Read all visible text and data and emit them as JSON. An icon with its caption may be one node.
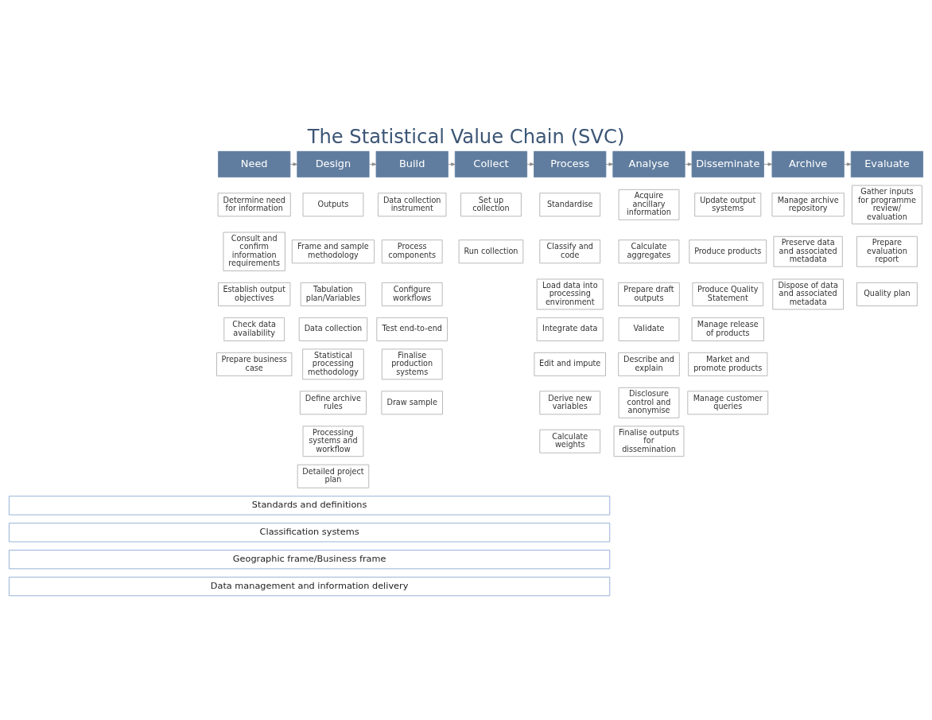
{
  "diagram": {
    "title": "The Statistical Value Chain (SVC)",
    "nodes": [
      {
        "text": [
          "Need"
        ]
      },
      {
        "text": [
          "Design"
        ]
      },
      {
        "text": [
          "Build"
        ]
      },
      {
        "text": [
          "Collect"
        ]
      },
      {
        "text": [
          "Process"
        ]
      },
      {
        "text": [
          "Analyse"
        ]
      },
      {
        "text": [
          "Disseminate"
        ]
      },
      {
        "text": [
          "Archive"
        ]
      },
      {
        "text": [
          "Evaluate"
        ]
      },
      {
        "text": [
          "Determine need for information"
        ]
      },
      {
        "text": [
          "Consult and confirm information requirements"
        ]
      },
      {
        "text": [
          "Establish output objectives"
        ]
      },
      {
        "text": [
          "Check data availability"
        ]
      },
      {
        "text": [
          "Prepare business case"
        ]
      },
      {
        "text": [
          "Outputs"
        ]
      },
      {
        "text": [
          "Frame and sample methodology"
        ]
      },
      {
        "text": [
          "Tabulation plan/Variables"
        ]
      },
      {
        "text": [
          "Data collection"
        ]
      },
      {
        "text": [
          "Statistical processing methodology"
        ]
      },
      {
        "text": [
          "Define archive rules"
        ]
      },
      {
        "text": [
          "Processing systems and workflow"
        ]
      },
      {
        "text": [
          "Detailed project plan"
        ]
      },
      {
        "text": [
          "Data collection instrument"
        ]
      },
      {
        "text": [
          "Process components"
        ]
      },
      {
        "text": [
          "Configure workflows"
        ]
      },
      {
        "text": [
          "Test end-to-end"
        ]
      },
      {
        "text": [
          "Finalise production systems"
        ]
      },
      {
        "text": [
          "Draw sample"
        ]
      },
      {
        "text": [
          "Set up collection"
        ]
      },
      {
        "text": [
          "Run collection"
        ]
      },
      {
        "text": [
          "Standardise"
        ]
      },
      {
        "text": [
          "Classify and code"
        ]
      },
      {
        "text": [
          "Load data into processing environment"
        ]
      },
      {
        "text": [
          "Integrate data"
        ]
      },
      {
        "text": [
          "Edit and impute"
        ]
      },
      {
        "text": [
          "Derive new variables"
        ]
      },
      {
        "text": [
          "Calculate weights"
        ]
      },
      {
        "text": [
          "Acquire ancillary information"
        ]
      },
      {
        "text": [
          "Calculate aggregates"
        ]
      },
      {
        "text": [
          "Prepare draft outputs"
        ]
      },
      {
        "text": [
          "Validate"
        ]
      },
      {
        "text": [
          "Describe and explain"
        ]
      },
      {
        "text": [
          "Disclosure control and anonymise"
        ]
      },
      {
        "text": [
          "Finalise outputs for dissemination"
        ]
      },
      {
        "text": [
          "Update output systems"
        ]
      },
      {
        "text": [
          "Produce products"
        ]
      },
      {
        "text": [
          "Produce Quality Statement"
        ]
      },
      {
        "text": [
          "Manage release of products"
        ]
      },
      {
        "text": [
          "Market and promote products"
        ]
      },
      {
        "text": [
          "Manage customer queries"
        ]
      },
      {
        "text": [
          "Manage archive repository"
        ]
      },
      {
        "text": [
          "Preserve data and associated metadata"
        ]
      },
      {
        "text": [
          "Dispose of data and associated metadata"
        ]
      },
      {
        "text": [
          "Gather inputs for programme review/ evaluation"
        ]
      },
      {
        "text": [
          "Prepare evaluation report"
        ]
      },
      {
        "text": [
          "Quality plan"
        ]
      },
      {
        "text": [
          "Standards and definitions"
        ]
      },
      {
        "text": [
          "Classification systems"
        ]
      },
      {
        "text": [
          "Geographic frame/Business frame"
        ]
      },
      {
        "text": [
          "Data management and information delivery"
        ]
      }
    ],
    "edges": [
      {
        "from": 0,
        "to": 1,
        "arrow": "to"
      },
      {
        "from": 1,
        "to": 2,
        "arrow": "to"
      },
      {
        "from": 2,
        "to": 3,
        "arrow": "to"
      },
      {
        "from": 3,
        "to": 4,
        "arrow": "to"
      },
      {
        "from": 4,
        "to": 5,
        "arrow": "to"
      },
      {
        "from": 5,
        "to": 6,
        "arrow": "to"
      },
      {
        "from": 6,
        "to": 7,
        "arrow": "to"
      },
      {
        "from": 7,
        "to": 8,
        "arrow": "to"
      }
    ]
  }
}
